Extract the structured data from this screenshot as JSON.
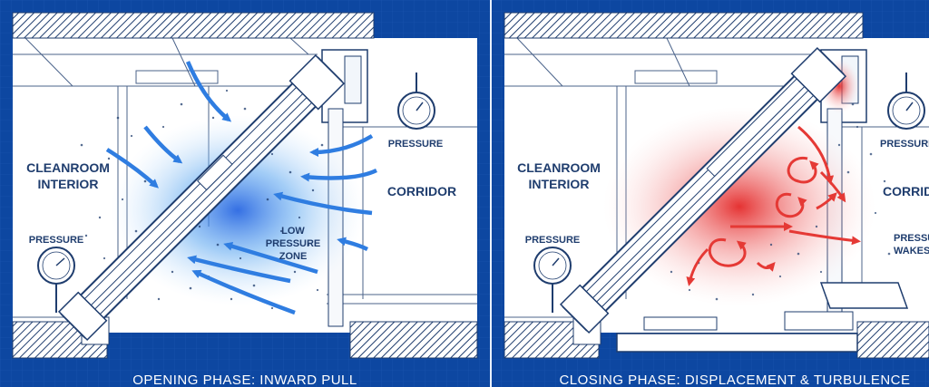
{
  "left_panel": {
    "interior_label_line1": "CLEANROOM",
    "interior_label_line2": "INTERIOR",
    "pressure_left": "PRESSURE",
    "pressure_right": "PRESSURE",
    "corridor": "CORRIDOR",
    "zone_line1": "LOW",
    "zone_line2": "PRESSURE",
    "zone_line3": "ZONE",
    "caption": "OPENING PHASE: INWARD PULL"
  },
  "right_panel": {
    "interior_label_line1": "CLEANROOM",
    "interior_label_line2": "INTERIOR",
    "pressure_left": "PRESSURE",
    "pressure_right": "PRESSURE",
    "corridor": "CORRIDOR",
    "wakes_line1": "PRESSURE",
    "wakes_line2": "WAKES",
    "caption": "CLOSING PHASE: DISPLACEMENT & TURBULENCE"
  },
  "colors": {
    "blueprint": "#0d47a1",
    "line": "#1f3d6e",
    "inward_flow": "#2f7de1",
    "turbulence": "#e53935"
  }
}
